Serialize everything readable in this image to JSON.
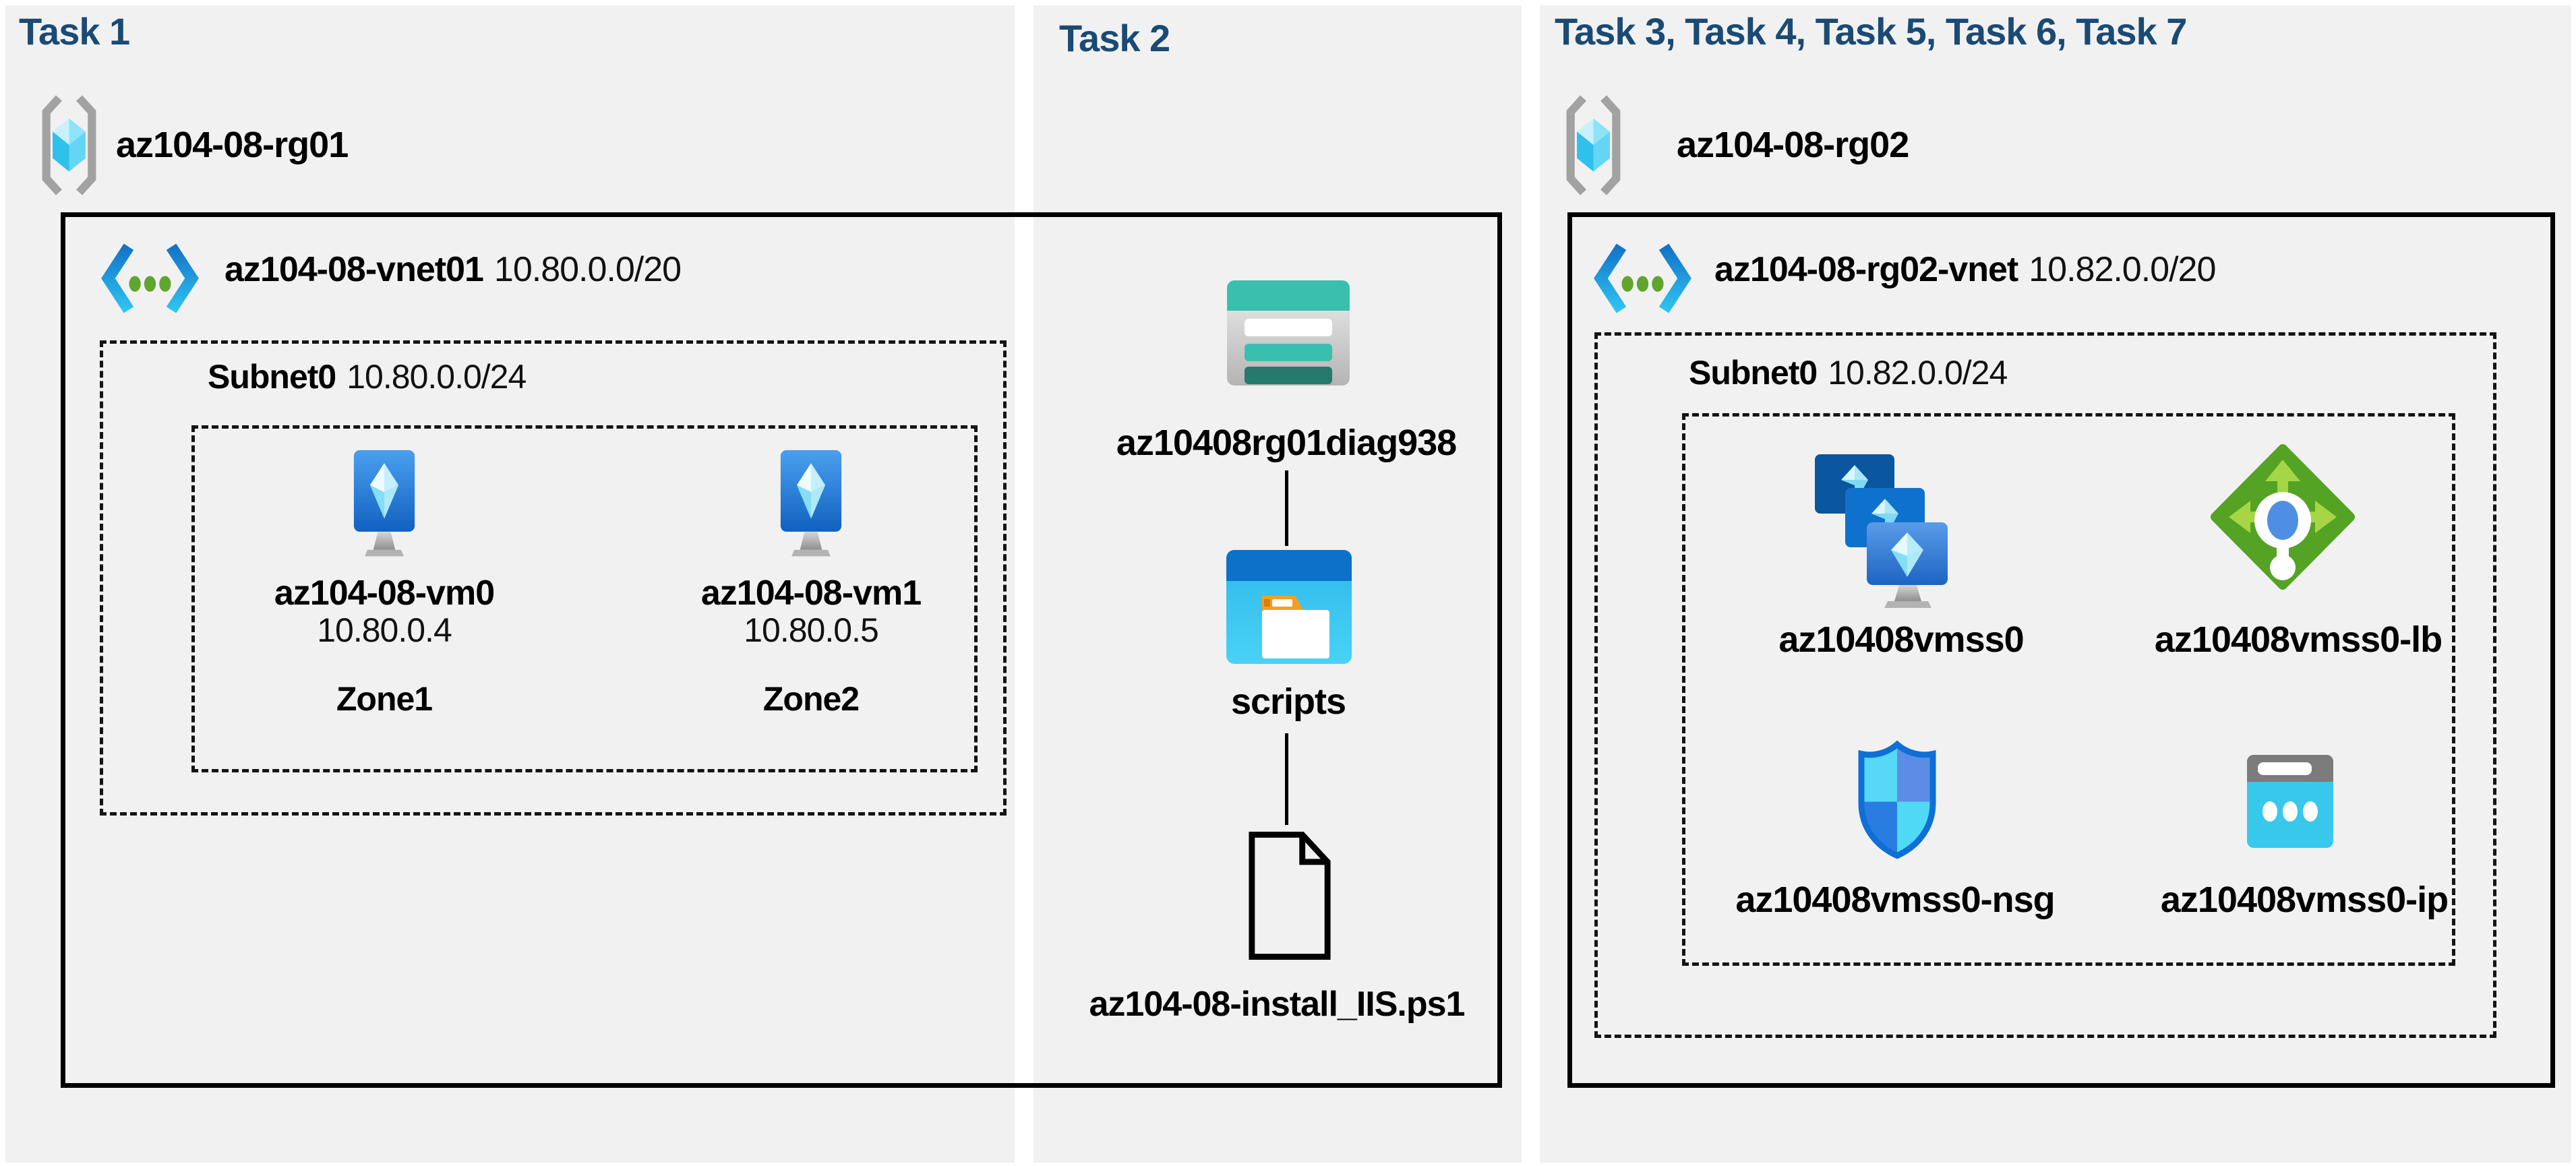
{
  "columns": [
    {
      "task_label": "Task 1",
      "resource_group": {
        "name": "az104-08-rg01"
      },
      "vnet": {
        "name": "az104-08-vnet01",
        "cidr": "10.80.0.0/20"
      },
      "subnet": {
        "name": "Subnet0",
        "cidr": "10.80.0.0/24"
      },
      "vms": [
        {
          "name": "az104-08-vm0",
          "ip": "10.80.0.4",
          "zone": "Zone1"
        },
        {
          "name": "az104-08-vm1",
          "ip": "10.80.0.5",
          "zone": "Zone2"
        }
      ]
    },
    {
      "task_label": "Task 2",
      "storage_account": {
        "name": "az10408rg01diag938"
      },
      "blob_container": {
        "name": "scripts"
      },
      "script_file": {
        "name": "az104-08-install_IIS.ps1"
      }
    },
    {
      "task_label": "Task 3, Task 4, Task 5, Task 6, Task 7",
      "resource_group": {
        "name": "az104-08-rg02"
      },
      "vnet": {
        "name": "az104-08-rg02-vnet",
        "cidr": "10.82.0.0/20"
      },
      "subnet": {
        "name": "Subnet0",
        "cidr": "10.82.0.0/24"
      },
      "vmss": {
        "name": "az10408vmss0"
      },
      "load_balancer": {
        "name": "az10408vmss0-lb"
      },
      "nsg": {
        "name": "az10408vmss0-nsg"
      },
      "public_ip": {
        "name": "az10408vmss0-ip"
      }
    }
  ],
  "colors": {
    "panel_bg": "#f1f1f2",
    "heading": "#1b4a74",
    "azure_blue": "#0d70c9",
    "storage_teal": "#3abfae",
    "lb_green": "#55a324",
    "ip_cyan": "#38c8ec",
    "nsg_border": "#0e6fd6"
  }
}
